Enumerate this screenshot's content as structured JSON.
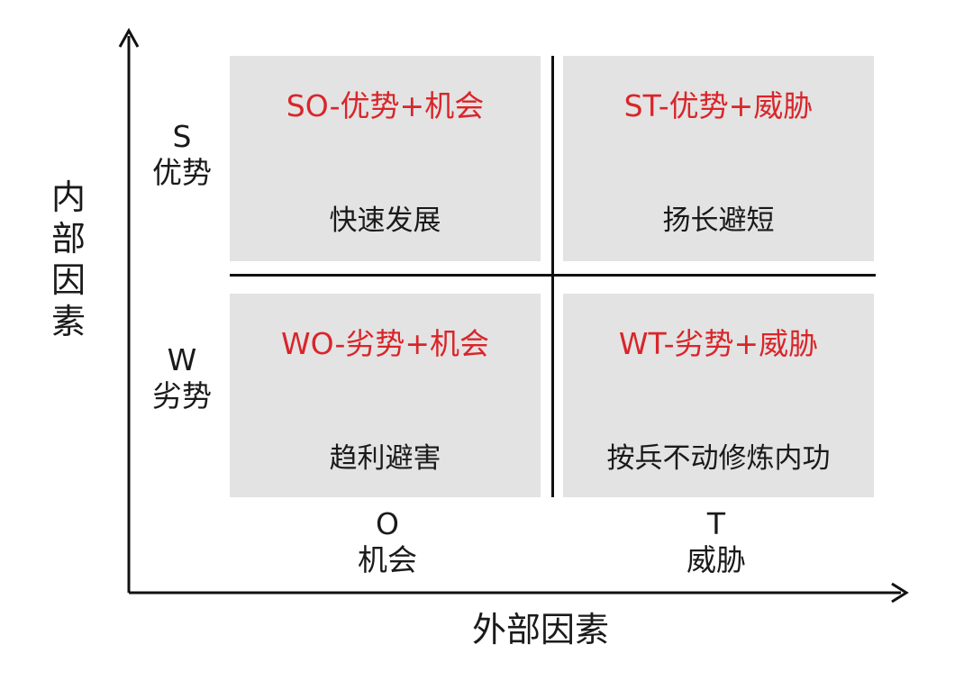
{
  "quadrants": {
    "so": {
      "title": "SO-优势+机会",
      "desc": "快速发展"
    },
    "st": {
      "title": "ST-优势+威胁",
      "desc": "扬长避短"
    },
    "wo": {
      "title": "WO-劣势+机会",
      "desc": "趋利避害"
    },
    "wt": {
      "title": "WT-劣势+威胁",
      "desc": "按兵不动修炼内功"
    }
  },
  "rows": {
    "s": {
      "letter": "S",
      "word": "优势"
    },
    "w": {
      "letter": "W",
      "word": "劣势"
    }
  },
  "cols": {
    "o": {
      "letter": "O",
      "word": "机会"
    },
    "t": {
      "letter": "T",
      "word": "威胁"
    }
  },
  "axes": {
    "y_title": "内部因素",
    "x_title": "外部因素"
  },
  "colors": {
    "title": "#d9252a",
    "box": "#e3e3e3",
    "line": "#111111"
  }
}
